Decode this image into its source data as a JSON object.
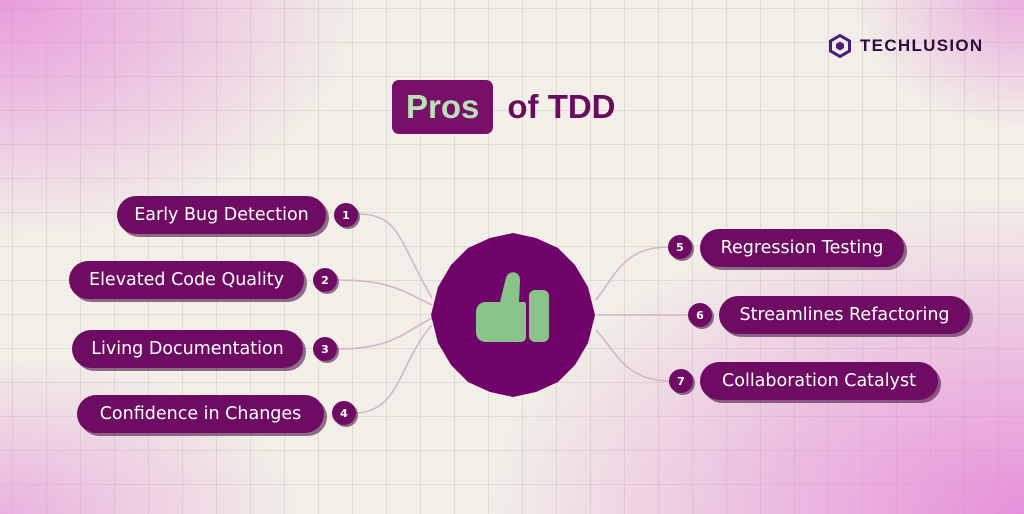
{
  "brand": {
    "name": "TECHLUSION"
  },
  "title": {
    "highlight": "Pros",
    "rest": "of TDD"
  },
  "center": {
    "icon": "thumbs-up-icon",
    "color": "#70046a",
    "icon_color": "#8bc48b"
  },
  "colors": {
    "pill": "#6e0b62",
    "title_highlight_text": "#b8e2b5",
    "background": "#f1efe7",
    "glow": "#e480d7"
  },
  "left_items": [
    {
      "number": "1",
      "label": "Early Bug Detection"
    },
    {
      "number": "2",
      "label": "Elevated Code Quality"
    },
    {
      "number": "3",
      "label": "Living Documentation"
    },
    {
      "number": "4",
      "label": "Confidence in Changes"
    }
  ],
  "right_items": [
    {
      "number": "5",
      "label": "Regression Testing"
    },
    {
      "number": "6",
      "label": "Streamlines Refactoring"
    },
    {
      "number": "7",
      "label": "Collaboration Catalyst"
    }
  ]
}
